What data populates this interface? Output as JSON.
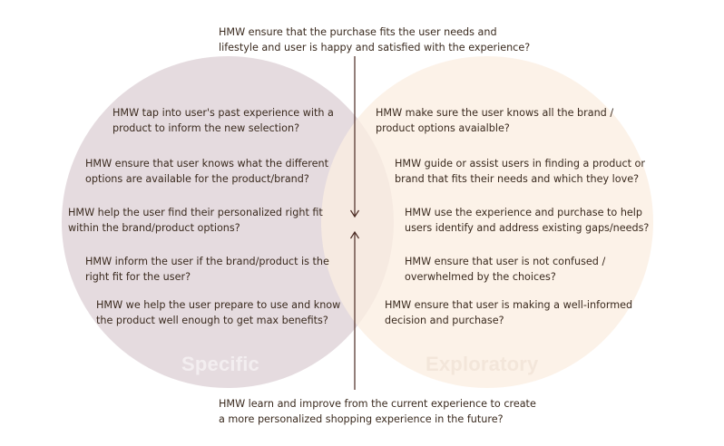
{
  "colors": {
    "specific_circle": "#e1d6db",
    "exploratory_circle": "#fbeee2",
    "text": "#3a2a1e",
    "arrow": "#4a2a22"
  },
  "top_question": "HMW ensure that the purchase fits the user needs and\nlifestyle and user is happy and satisfied with the experience?",
  "bottom_question": "HMW learn and improve from the current experience to create\na more personalized shopping experience in the future?",
  "specific": {
    "label": "Specific",
    "questions": [
      "HMW tap into user's past experience with a\nproduct to inform the new selection?",
      "HMW ensure that user knows what the different\noptions are available for the product/brand?",
      "HMW help the user find their personalized right fit\nwithin the brand/product options?",
      "HMW inform the user if the brand/product is the\nright fit for the user?",
      "HMW we help the user prepare to use and know\nthe product well enough to get max benefits?"
    ]
  },
  "exploratory": {
    "label": "Exploratory",
    "questions": [
      "HMW make sure the user knows all the brand /\nproduct options avaialble?",
      "HMW guide or assist users in finding a product or\nbrand that fits their needs and which they love?",
      "HMW use the experience and purchase to help\nusers identify and address existing gaps/needs?",
      "HMW ensure that user is not confused /\noverwhelmed by the choices?",
      "HMW ensure that user is making a well-informed\ndecision and purchase?"
    ]
  }
}
